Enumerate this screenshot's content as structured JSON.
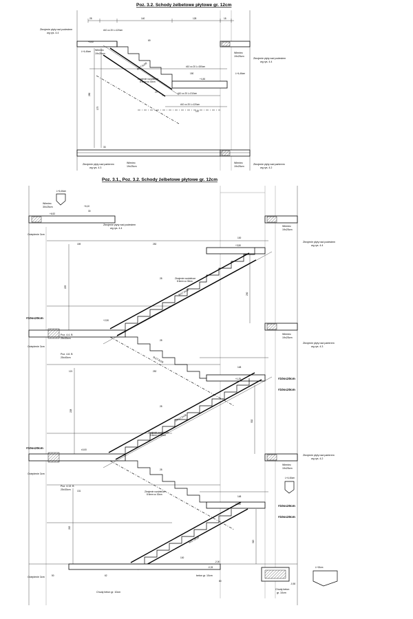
{
  "top_view": {
    "title": "Poz. 3.2. Schody żelbetowe płytowe gr. 12cm",
    "labels": {
      "slab_note_top": "Zbrojenie płyty nad podestem",
      "slab_ref_top": "wg rys. 4.4",
      "slab_note_right": "Zbrojenie płyty nad podestem",
      "slab_ref_right": "wg rys. 4.4",
      "slab_note_bottom": "Zbrojenie płyty nad parterem",
      "slab_ref_bottom": "wg rys. 4.3",
      "slab_note_bottom_right": "Zbrojenie płyty nad parterem",
      "slab_ref_bottom_right": "wg rys. 4.2",
      "wieniec_a": "Wieniec",
      "wieniec_a_dim": "19x25cm",
      "wieniec_b": "Wieniec",
      "wieniec_b_dim": "19x25cm",
      "wieniec_c": "Wieniec",
      "wieniec_c_dim": "19x25cm",
      "wieniec_d": "Wieniec",
      "wieniec_d_dim": "19x25cm",
      "level_left": "L+4,46cm",
      "level_right": "L+4,46cm",
      "flight": "8x17,5x28",
      "note_insulation_a": "Zbrojenie rozdzielcze",
      "note_insulation_b": "8 6mm co 30cm",
      "rebar_1": "#10 co 20 L=120cm",
      "rebar_2": "#10 co 20 L=150cm",
      "rebar_3": "#10 co 20 L=210cm",
      "rebar_4": "#10 co 20 L=120cm",
      "elev_1": "+6,92",
      "elev_2": "+4,46"
    },
    "dims": {
      "d140": "140",
      "d128": "128",
      "d28": "28",
      "d18": "18",
      "d157": "157",
      "d150": "150",
      "d280": "280",
      "d175": "175",
      "d69": "69",
      "d33": "33",
      "d23": "23"
    }
  },
  "bottom_view": {
    "title": "Poz. 3.1., Poz. 3.2. Schody żelbetowe płytowe gr. 12cm",
    "labels": {
      "level_top": "L+6,46cm",
      "wieniec_top": "Wieniec",
      "wieniec_top_dim": "30x25cm",
      "elev_top": "+6,92",
      "elev_10": "+6,10",
      "slab_note_top": "Zbrojenie płyty nad podestem",
      "slab_ref_top": "wg rys. 4.4",
      "wieniec_right_top": "Wieniec",
      "wieniec_right_top_dim": "19x25cm",
      "slab_note_right_top": "Zbrojenie płyty nad podestem",
      "slab_ref_right_top": "wg rys. 4.4",
      "ocieplenie_1": "Ocieplenie 3cm",
      "ocieplenie_2": "Ocieplenie 3cm",
      "ocieplenie_3": "Ocieplenie 3cm",
      "ocieplenie_4": "Ocieplenie 3cm",
      "rebar_left_1": "#10oc20cm",
      "rebar_left_2": "#10oc20cm",
      "rebar_right_1": "#10oc20cm",
      "rebar_right_2": "#10oc20cm",
      "rebar_right_3": "#10oc20cm",
      "rebar_right_4": "#10oc20cm",
      "poz_44": "Poz. 4.4. B",
      "poz_44_dim": "25x30cm",
      "poz_48": "Poz. 4.8. B",
      "poz_48_dim": "25x40cm",
      "poz_413": "Poz. 4.13. B",
      "poz_413_dim": "25x30cm",
      "wieniec_mid": "Wieniec",
      "wieniec_mid_dim": "19x25cm",
      "slab_note_mid": "Zbrojenie płyty nad parterem",
      "slab_ref_mid": "wg rys. 4.3",
      "wieniec_low": "Wieniec",
      "wieniec_low_dim": "19x25cm",
      "slab_note_low": "Zbrojenie płyty nad parterem",
      "slab_ref_low": "wg rys. 4.2",
      "level_right": "L+4,46cm",
      "level_small": "L+15cm",
      "flight_1": "9x17,5x28",
      "flight_2": "9x17,5x28",
      "flight_3": "10x17,3x28",
      "flight_4": "6x17,5x28",
      "insul_a": "Zbrojenie rozdzielcze",
      "insul_a2": "8 6mm co 30cm",
      "insul_b": "Zbrojenie rozdzielcze",
      "insul_b2": "8 6mm co 30cm",
      "insul_c": "Zbrojenie rozdzielcze",
      "insul_c2": "8 6mm co 30cm",
      "beton_1": "Chudy beton gr. 10cm",
      "beton_2": "Chudy beton",
      "beton_2b": "gr. 10cm",
      "beton_mid": "beton gr. 10cm",
      "elev_000": "±0,00",
      "elev_290": "+2,90",
      "elev_140": "+1,40",
      "elev_200": "-2,00",
      "elev_033": "-0,33",
      "elev_050": "-0,50",
      "elev_125": "+1,25",
      "elev_350": "+3,50"
    },
    "dims": {
      "d252a": "252",
      "d252b": "252",
      "d159": "159",
      "d131": "131",
      "d121": "121",
      "d148a": "148",
      "d148b": "148",
      "d100": "100",
      "d28a": "28",
      "d28b": "28",
      "d28c": "28",
      "d28d": "28",
      "d225": "225",
      "d228": "228",
      "d290": "290",
      "d315": "315",
      "d302": "302",
      "d215": "215",
      "d50": "50",
      "d62": "62",
      "d100b": "100",
      "d80": "80",
      "d30": "30"
    }
  }
}
